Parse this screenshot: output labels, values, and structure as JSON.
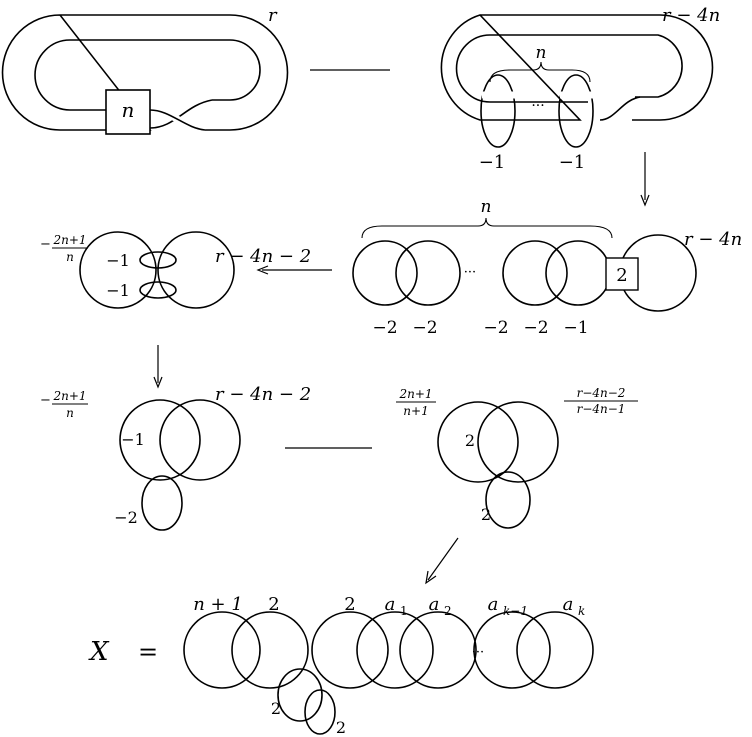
{
  "panel1": {
    "box": "n",
    "framing": "r"
  },
  "panel2": {
    "framing": "r − 4n",
    "brace": "n",
    "left_coef": "−1",
    "right_coef": "−1",
    "dots": "···"
  },
  "panel3": {
    "brace": "n",
    "dots": "···",
    "box": "2",
    "framing": "r − 4n",
    "coefs": [
      "−2",
      "−2",
      "−2",
      "−2",
      "−1"
    ]
  },
  "panel4": {
    "frac_num": "2n+1",
    "frac_den": "n",
    "frac_sign": "−",
    "framing": "r − 4n − 2",
    "c1": "−1",
    "c2": "−1"
  },
  "panel5": {
    "frac_num": "2n+1",
    "frac_den": "n",
    "frac_sign": "−",
    "framing": "r − 4n − 2",
    "c1": "−1",
    "c2": "−2"
  },
  "panel6": {
    "left_num": "2n+1",
    "left_den": "n+1",
    "right_num": "r−4n−2",
    "right_den": "r−4n−1",
    "c1": "2",
    "c2": "2"
  },
  "panel7": {
    "lhs": "X",
    "eq": "=",
    "labels": [
      "n + 1",
      "2",
      "2",
      "a",
      "a",
      "a",
      "a"
    ],
    "subs": [
      "1",
      "2",
      "k−1",
      "k"
    ],
    "dots": "···",
    "c_small1": "2",
    "c_small2": "2"
  }
}
